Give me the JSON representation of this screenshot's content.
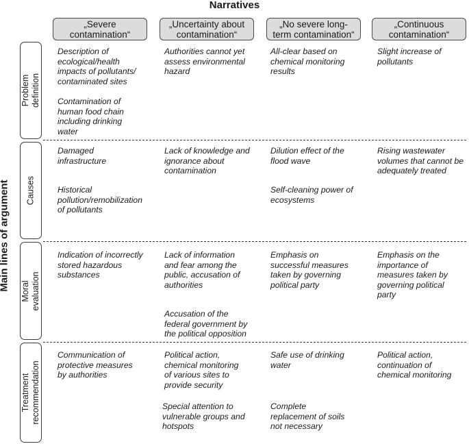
{
  "title": "Narratives",
  "side_title": "Main lines of argument",
  "narratives": [
    "„Severe\ncontamination“",
    "„Uncertainty about\ncontamination“",
    "„No severe long-\nterm contamination“",
    "„Continuous\ncontamination“"
  ],
  "rows": [
    {
      "label": "Problem definition",
      "cells": [
        [
          "Description of\necological/health\nimpacts of pollutants/\ncontaminated sites",
          "Contamination of\nhuman food chain\nincluding drinking\nwater"
        ],
        [
          "Authorities cannot yet\nassess environmental\nhazard"
        ],
        [
          "All-clear based on\nchemical monitoring\nresults"
        ],
        [
          "Slight increase of\npollutants"
        ]
      ]
    },
    {
      "label": "Causes",
      "cells": [
        [
          "Damaged\ninfrastructure",
          "Historical\npollution/remobilization\nof pollutants"
        ],
        [
          "Lack of knowledge and\nignorance about\ncontamination"
        ],
        [
          "Dilution effect of the\nflood wave",
          "Self-cleaning power of\necosystems"
        ],
        [
          "Rising wastewater\nvolumes that cannot be\nadequately treated"
        ]
      ]
    },
    {
      "label": "Moral evaluation",
      "cells": [
        [
          "Indication of incorrectly\nstored hazardous\nsubstances"
        ],
        [
          "Lack of information\nand fear among the\npublic, accusation of\nauthorities",
          "Accusation of the\nfederal government by\nthe political opposition"
        ],
        [
          "Emphasis on\nsuccessful measures\ntaken by governing\npolitical party"
        ],
        [
          "Emphasis on the\nimportance of\nmeasures taken by\ngoverning political\nparty"
        ]
      ]
    },
    {
      "label": "Treatment\nrecommendation",
      "cells": [
        [
          "Communication of\nprotective measures\nby authorities"
        ],
        [
          "Political action,\nchemical monitoring\nof various sites to\nprovide security",
          "Special attention to\nvulnerable groups and\nhotspots"
        ],
        [
          "Safe use of drinking\nwater",
          "Complete\nreplacement of soils\nnot necessary"
        ],
        [
          "Political action,\ncontinuation of\nchemical monitoring"
        ]
      ]
    }
  ]
}
